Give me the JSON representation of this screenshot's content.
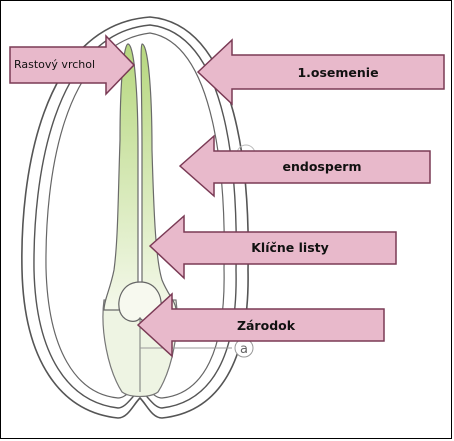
{
  "labels": {
    "growth_tip": "Rastový vrchol",
    "seed_coat": "1.osemenie",
    "endosperm": "endosperm",
    "cotyledons": "Klíčne listy",
    "embryo": "Zárodok",
    "circle_letter": "a"
  },
  "colors": {
    "arrow_fill": "#e8b9cb",
    "arrow_stroke": "#7a3a55",
    "cotyledon_green": "#c7e0a0",
    "outline": "#555555"
  }
}
